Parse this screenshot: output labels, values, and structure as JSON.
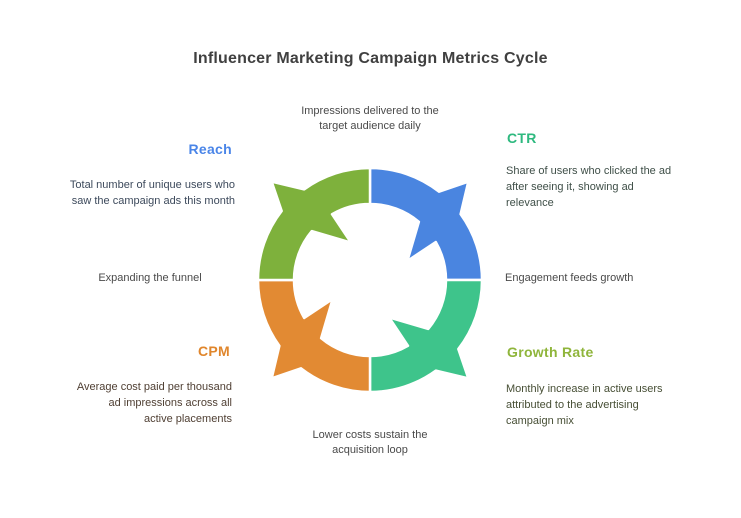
{
  "title": "Influencer Marketing Campaign Metrics Cycle",
  "annotations": {
    "top_line1": "Impressions delivered to the",
    "top_line2": "target audience daily",
    "left": "Expanding the funnel",
    "right": "Engagement feeds growth",
    "bottom_line1": "Lower costs sustain the",
    "bottom_line2": "acquisition loop"
  },
  "metrics": {
    "reach": {
      "label": "Reach",
      "color": "#4a85e8",
      "line1": "Total number of unique users who",
      "line2": "saw the campaign ads this month",
      "line3": ""
    },
    "ctr": {
      "label": "CTR",
      "color": "#2eb97f",
      "line1": "Share of users who clicked the ad",
      "line2": "after seeing it, showing ad",
      "line3": "relevance"
    },
    "cpm": {
      "label": "CPM",
      "color": "#e0862c",
      "line1": "Average cost paid per thousand",
      "line2": "ad impressions across all",
      "line3": "active placements"
    },
    "growth_rate": {
      "label": "Growth Rate",
      "color": "#8fb53b",
      "line1": "Monthly increase in active users",
      "line2": "attributed to the advertising",
      "line3": "campaign mix"
    }
  },
  "cycle": {
    "segment_top_right_color": "#4a85e0",
    "segment_bottom_right_color": "#3ec48b",
    "segment_bottom_left_color": "#e28a33",
    "segment_top_left_color": "#7eb13c"
  }
}
